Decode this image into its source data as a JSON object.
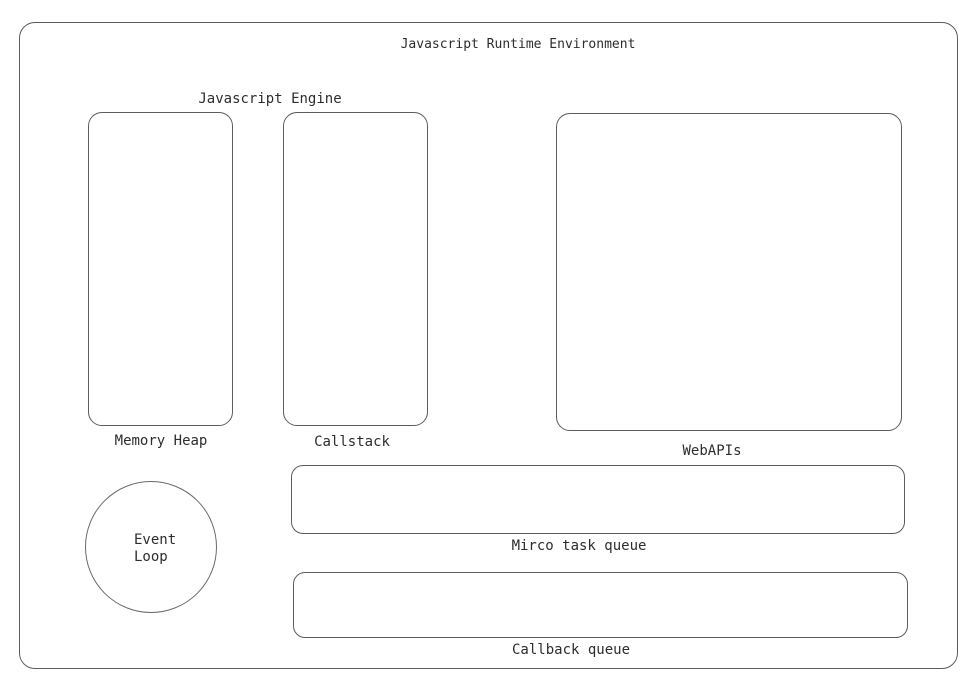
{
  "diagram": {
    "title": "Javascript Runtime Environment",
    "engine_group_label": "Javascript Engine",
    "nodes": {
      "memory_heap": {
        "label": "Memory Heap"
      },
      "callstack": {
        "label": "Callstack"
      },
      "webapis": {
        "label": "WebAPIs"
      },
      "event_loop": {
        "line1": "Event",
        "line2": "Loop"
      },
      "micro_task_queue": {
        "label": "Mirco task queue"
      },
      "callback_queue": {
        "label": "Callback queue"
      }
    },
    "colors": {
      "stroke": "#5c5c5c",
      "text": "#2d2d2d",
      "background": "#ffffff"
    }
  }
}
